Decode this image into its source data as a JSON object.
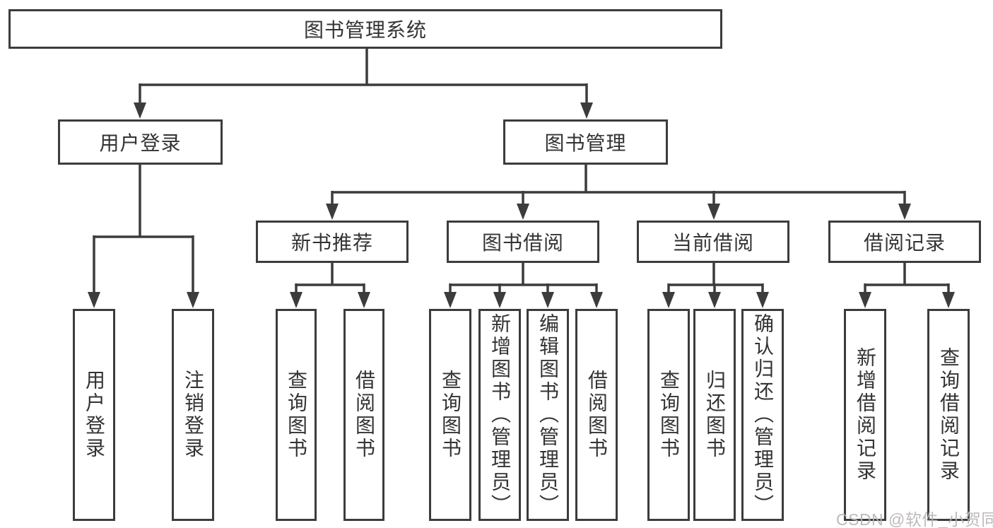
{
  "colors": {
    "line": "#3c3c3c",
    "box_border": "#3c3c3c",
    "text": "#333333",
    "background": "#ffffff",
    "watermark": "#b9b4b4"
  },
  "tree": {
    "root": "图书管理系统",
    "branches": [
      {
        "label": "用户登录",
        "children": [
          "用户登录",
          "注销登录"
        ]
      },
      {
        "label": "图书管理",
        "groups": [
          {
            "label": "新书推荐",
            "children": [
              "查询图书",
              "借阅图书"
            ]
          },
          {
            "label": "图书借阅",
            "children": [
              "查询图书",
              "新增图书（管理员）",
              "编辑图书（管理员）",
              "借阅图书"
            ]
          },
          {
            "label": "当前借阅",
            "children": [
              "查询图书",
              "归还图书",
              "确认归还（管理员）"
            ]
          },
          {
            "label": "借阅记录",
            "children": [
              "新增借阅记录",
              "查询借阅记录"
            ]
          }
        ]
      }
    ]
  },
  "watermark": "CSDN @软件_小贺同学"
}
